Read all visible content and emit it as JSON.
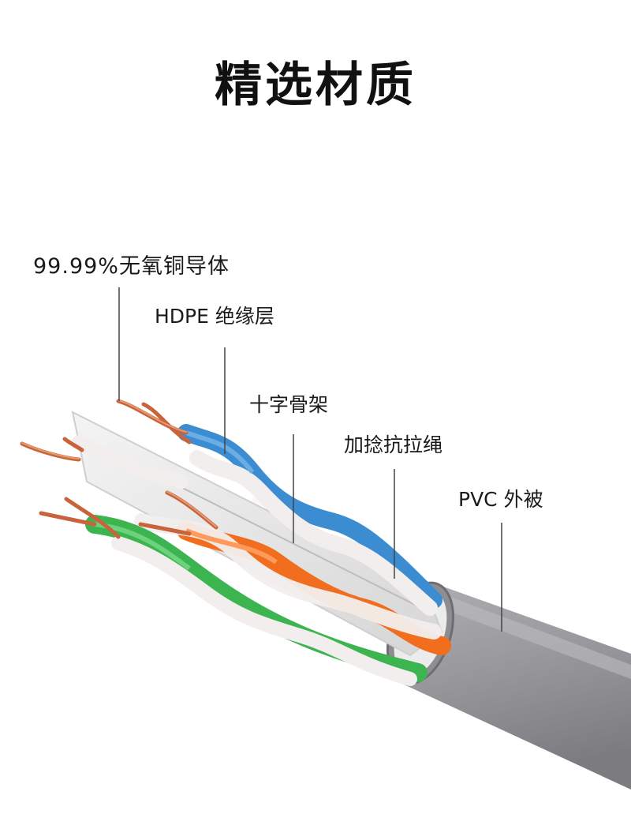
{
  "title": "精选材质",
  "labels": {
    "conductor": "99.99%无氧铜导体",
    "insulation": "HDPE 绝缘层",
    "cross_frame": "十字骨架",
    "tensile_rope": "加捻抗拉绳",
    "jacket": "PVC 外被"
  },
  "colors": {
    "jacket": "#9a9a9e",
    "copper": "#c8643c",
    "blue": "#3c8cd2",
    "orange": "#f06e1e",
    "green": "#3cb450",
    "white_wire": "#f3eeee",
    "leader_line": "#444444"
  }
}
